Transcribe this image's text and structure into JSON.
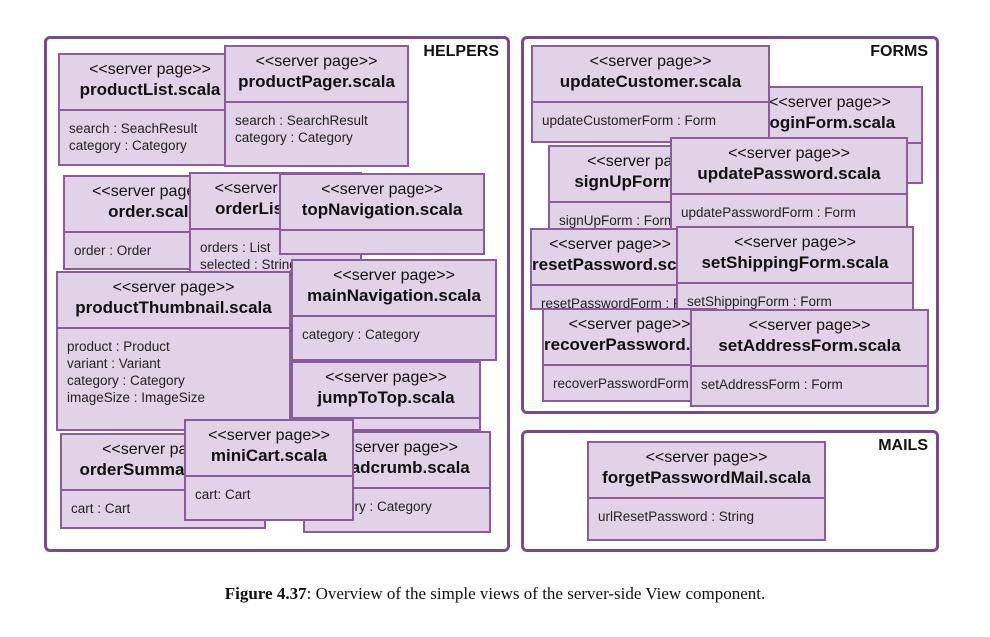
{
  "groups": {
    "helpers": "HELPERS",
    "forms": "FORMS",
    "mails": "MAILS"
  },
  "stereotype": "<<server page>>",
  "helpers_boxes": [
    {
      "name": "productList.scala",
      "attrs": [
        "search : SeachResult",
        "category : Category"
      ]
    },
    {
      "name": "productPager.scala",
      "attrs": [
        "search : SearchResult",
        "category : Category"
      ]
    },
    {
      "name": "order.scala",
      "attrs": [
        "order : Order"
      ]
    },
    {
      "name": "orderList.scala",
      "attrs": [
        "orders : List",
        "selected : String"
      ]
    },
    {
      "name": "topNavigation.scala",
      "attrs": []
    },
    {
      "name": "mainNavigation.scala",
      "attrs": [
        "category : Category"
      ]
    },
    {
      "name": "productThumbnail.scala",
      "attrs": [
        "product : Product",
        "variant : Variant",
        "category : Category",
        "imageSize : ImageSize"
      ]
    },
    {
      "name": "jumpToTop.scala",
      "attrs": []
    },
    {
      "name": "orderSummary.scala",
      "attrs": [
        "cart : Cart"
      ]
    },
    {
      "name": "breadcrumb.scala",
      "attrs": [
        "category : Category"
      ]
    },
    {
      "name": "miniCart.scala",
      "attrs": [
        "cart: Cart"
      ]
    }
  ],
  "forms_boxes": [
    {
      "name": "loginForm.scala",
      "attrs": []
    },
    {
      "name": "updateCustomer.scala",
      "attrs": [
        "updateCustomerForm : Form"
      ]
    },
    {
      "name": "signUpForm.scala",
      "attrs": [
        "signUpForm : Form"
      ]
    },
    {
      "name": "updatePassword.scala",
      "attrs": [
        "updatePasswordForm : Form"
      ]
    },
    {
      "name": "resetPassword.scala",
      "attrs": [
        "resetPasswordForm : Form"
      ]
    },
    {
      "name": "setShippingForm.scala",
      "attrs": [
        "setShippingForm : Form"
      ]
    },
    {
      "name": "recoverPassword.scala",
      "attrs": [
        "recoverPasswordForm : Form"
      ]
    },
    {
      "name": "setAddressForm.scala",
      "attrs": [
        "setAddressForm : Form"
      ]
    }
  ],
  "mails_boxes": [
    {
      "name": "forgetPasswordMail.scala",
      "attrs": [
        "urlResetPassword : String"
      ]
    }
  ],
  "caption": {
    "figure": "Figure 4.37",
    "text": ": Overview of the simple views of the server-side View component."
  }
}
